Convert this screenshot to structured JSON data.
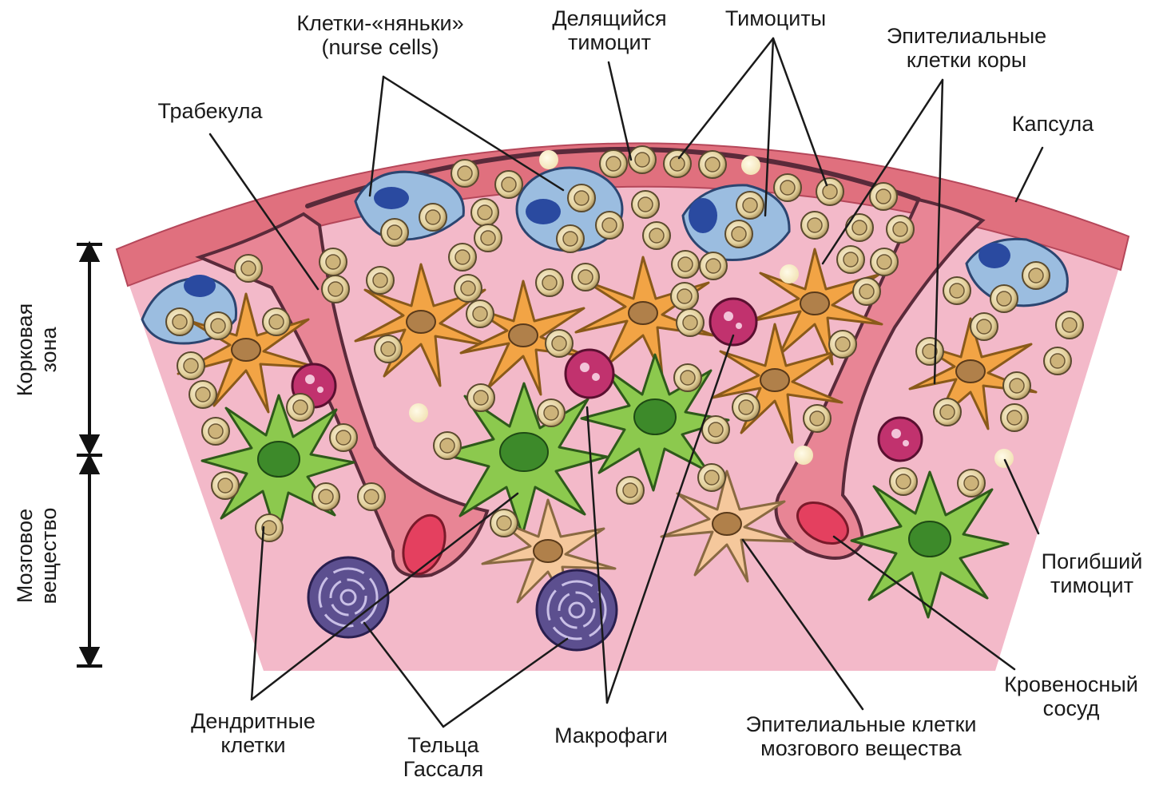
{
  "labels": {
    "nurse_cells": [
      "Клетки-«няньки»",
      "(nurse cells)"
    ],
    "dividing_thymocyte": [
      "Делящийся",
      "тимоцит"
    ],
    "thymocytes": [
      "Тимоциты"
    ],
    "cortical_epithelial": [
      "Эпителиальные",
      "клетки коры"
    ],
    "trabecula": [
      "Трабекула"
    ],
    "capsule": [
      "Капсула"
    ],
    "cortex_zone": [
      "Корковая",
      "зона"
    ],
    "medulla": [
      "Мозговое",
      "вещество"
    ],
    "dead_thymocyte": [
      "Погибший",
      "тимоцит"
    ],
    "blood_vessel": [
      "Кровеносный",
      "сосуд"
    ],
    "dendritic_cells": [
      "Дендритные",
      "клетки"
    ],
    "hassall_bodies": [
      "Тельца",
      "Гассаля"
    ],
    "macrophages": [
      "Макрофаги"
    ],
    "medullary_epithelial": [
      "Эпителиальные клетки",
      "мозгового вещества"
    ]
  },
  "colors": {
    "capsule": "#e0707e",
    "tissue": "#f3b9c9",
    "cortex_epithelial": "#f2a445",
    "medulla_epithelial": "#f5c89c",
    "dendritic": "#8cc94e",
    "nurse": "#9bbde0",
    "macrophage": "#c1326e",
    "hassall": "#5c4f8f",
    "thymocyte": "#e6d6a6"
  }
}
